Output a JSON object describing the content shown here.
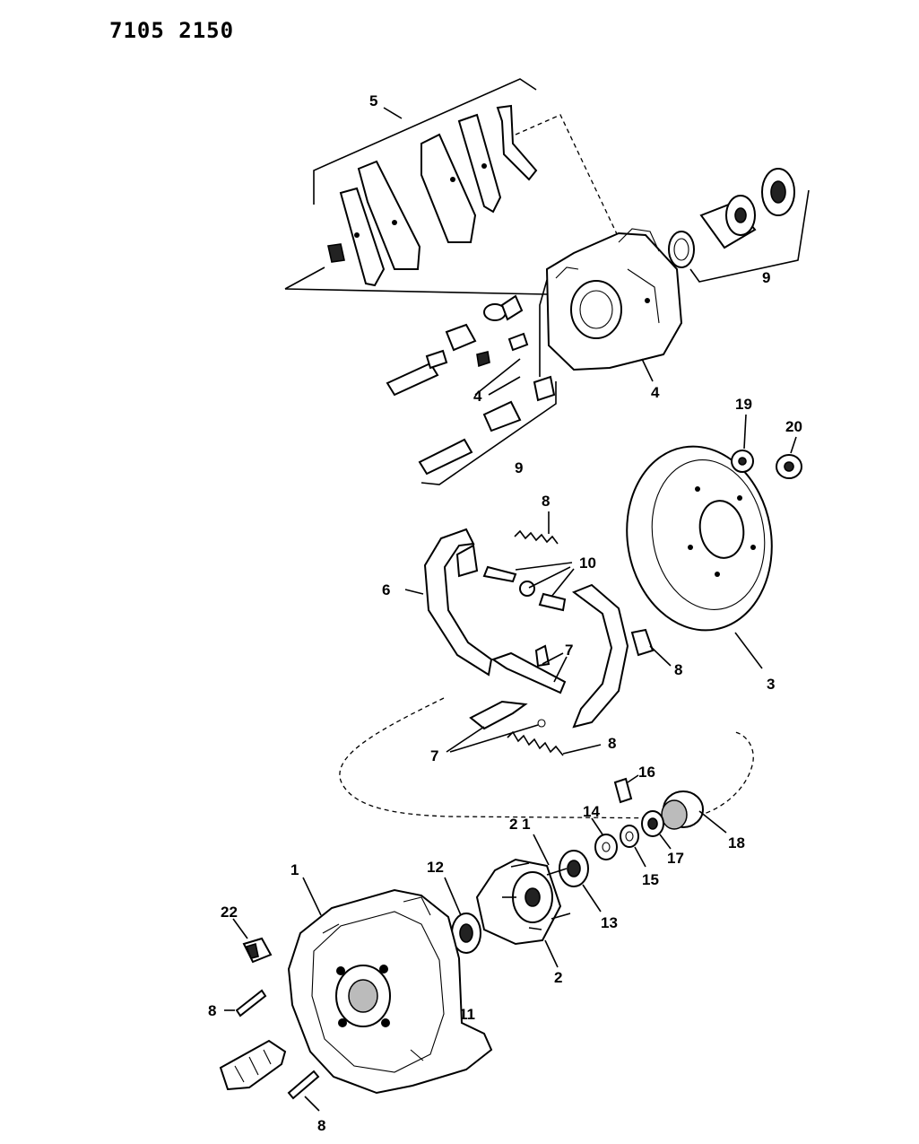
{
  "header": {
    "code": "7105  2150"
  },
  "labels": {
    "n1": "1",
    "n2": "2",
    "n3": "3",
    "n4a": "4",
    "n4b": "4",
    "n5": "5",
    "n6": "6",
    "n7a": "7",
    "n7b": "7",
    "n8a": "8",
    "n8b": "8",
    "n8c": "8",
    "n8d": "8",
    "n8e": "8",
    "n9a": "9",
    "n9b": "9",
    "n10": "10",
    "n11": "11",
    "n12": "12",
    "n13": "13",
    "n14": "14",
    "n15": "15",
    "n16": "16",
    "n17": "17",
    "n18": "18",
    "n19": "19",
    "n20": "20",
    "n21": "2 1",
    "n22": "22"
  }
}
